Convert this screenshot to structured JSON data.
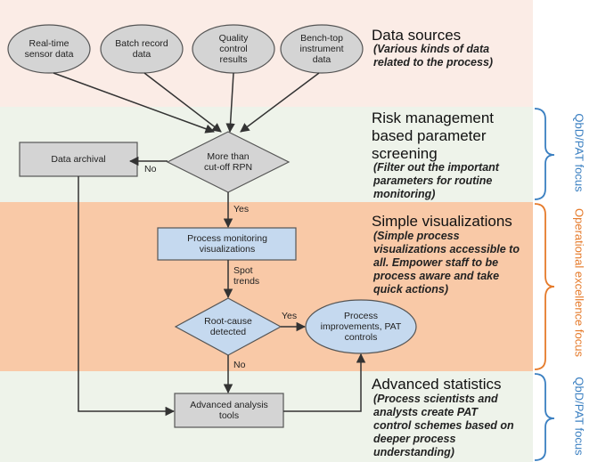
{
  "sections": [
    {
      "title": "Data sources",
      "description": "(Various kinds of data related to the process)"
    },
    {
      "title": "Risk management based parameter screening",
      "description": "(Filter out the important parameters for routine monitoring)"
    },
    {
      "title": "Simple visualizations",
      "description": "(Simple process visualizations accessible to all. Empower staff to be process aware and take quick actions)"
    },
    {
      "title": "Advanced statistics",
      "description": "(Process scientists and analysts create PAT control schemes based on deeper process understanding)"
    }
  ],
  "nodes": {
    "realtime": "Real-time sensor data",
    "batch": "Batch record data",
    "quality": "Quality control results",
    "benchtop": "Bench-top instrument data",
    "cutoff": "More than cut-off RPN",
    "archival": "Data archival",
    "monitoring": "Process monitoring visualizations",
    "rootcause": "Root-cause detected",
    "improvements": "Process improvements, PAT controls",
    "advanced": "Advanced analysis tools"
  },
  "edges": {
    "no1": "No",
    "yes1": "Yes",
    "spot": "Spot trends",
    "yes2": "Yes",
    "no2": "No"
  },
  "focus": {
    "top": "QbD/PAT focus",
    "middle": "Operational excellence focus",
    "bottom": "QbD/PAT focus"
  },
  "colors": {
    "blue_focus": "#3a7fc1",
    "orange_focus": "#e57a2a",
    "grey_node": "#d9d9d9",
    "blue_node": "#c5d9ef"
  }
}
